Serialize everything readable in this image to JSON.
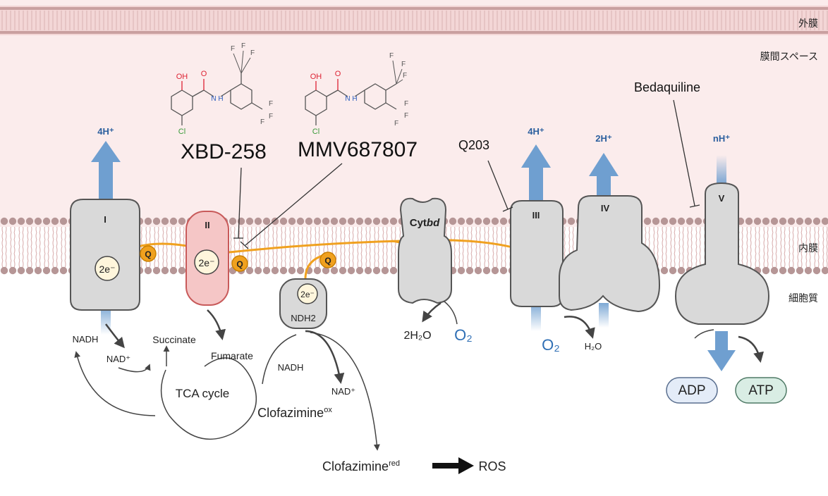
{
  "regions": {
    "outer_membrane": "外膜",
    "intermembrane_space": "膜間スペース",
    "inner_membrane": "内膜",
    "cytoplasm": "細胞質"
  },
  "complexes": {
    "c1": {
      "label": "I",
      "electrons": "2e⁻",
      "protons": "4H⁺"
    },
    "c2": {
      "label": "II",
      "electrons": "2e⁻"
    },
    "ndh2": {
      "label": "NDH2",
      "electrons": "2e⁻"
    },
    "cytbd": {
      "label_prefix": "Cyt",
      "label_italic": "bd"
    },
    "c3": {
      "label": "III",
      "protons": "4H⁺"
    },
    "c4": {
      "label": "IV",
      "protons": "2H⁺"
    },
    "c5": {
      "label": "V",
      "protons": "nH⁺"
    }
  },
  "quinone": "Q",
  "inhibitors": {
    "xbd": "XBD-258",
    "mmv": "MMV687807",
    "q203": "Q203",
    "bedaquiline": "Bedaquiline"
  },
  "structure_atoms": {
    "oh": "OH",
    "o": "O",
    "nh": "N\nH",
    "cl": "Cl",
    "f": "F"
  },
  "metabolites": {
    "nadh": "NADH",
    "nad": "NAD⁺",
    "succinate": "Succinate",
    "fumarate": "Fumarate",
    "tca": "TCA cycle",
    "nadh2": "NADH",
    "nad2": "NAD⁺",
    "clofaz_ox": "Clofazimine",
    "clofaz_ox_sup": "ox",
    "clofaz_red": "Clofazimine",
    "clofaz_red_sup": "red",
    "ros": "ROS",
    "h2o_bd": "2H₂O",
    "o2_bd": "O₂",
    "o2_c4": "O₂",
    "h2o_c4": "H₂O",
    "adp": "ADP",
    "atp": "ATP"
  },
  "colors": {
    "membrane_head": "#b69696",
    "membrane_bg": "#fbecec",
    "proton_arrow": "#6f9fd0",
    "electron_path": "#f0a11f",
    "complex_fill": "#d9d9d9",
    "complex2_fill": "#f5c6c6",
    "complex2_stroke": "#c85a5a",
    "adp_fill": "#e4ecf8",
    "atp_fill": "#d9ede4"
  }
}
